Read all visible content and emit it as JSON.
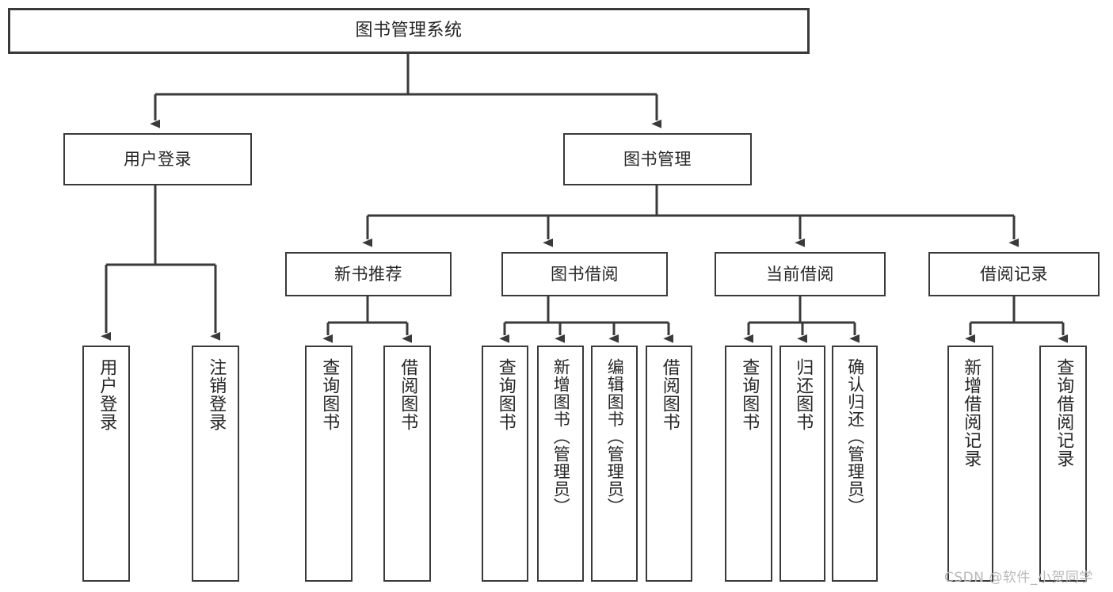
{
  "diagram": {
    "type": "tree-hierarchy",
    "title": "图书管理系统",
    "watermark": "CSDN @软件_小贺同学",
    "colors": {
      "box_border": "#3a3a3a",
      "box_fill": "#ffffff",
      "connector": "#3a3a3a",
      "text": "#262626",
      "watermark": "#b9b9b9",
      "background": "#ffffff"
    },
    "nodes": {
      "root": {
        "label": "图书管理系统"
      },
      "level1": [
        {
          "id": "user-login",
          "label": "用户登录"
        },
        {
          "id": "book-manage",
          "label": "图书管理"
        }
      ],
      "level2": [
        {
          "id": "new-book-recommend",
          "label": "新书推荐"
        },
        {
          "id": "book-borrow",
          "label": "图书借阅"
        },
        {
          "id": "current-borrow",
          "label": "当前借阅"
        },
        {
          "id": "borrow-record",
          "label": "借阅记录"
        }
      ],
      "leaves": {
        "user_login": [
          {
            "id": "leaf-user-login",
            "label": "用户登录"
          },
          {
            "id": "leaf-logout-login",
            "label": "注销登录"
          }
        ],
        "new_book_recommend": [
          {
            "id": "leaf-query-book-1",
            "label": "查询图书"
          },
          {
            "id": "leaf-borrow-book-1",
            "label": "借阅图书"
          }
        ],
        "book_borrow": [
          {
            "id": "leaf-query-book-2",
            "label": "查询图书"
          },
          {
            "id": "leaf-add-book",
            "label": "新增图书（管理员）"
          },
          {
            "id": "leaf-edit-book",
            "label": "编辑图书（管理员）"
          },
          {
            "id": "leaf-borrow-book-2",
            "label": "借阅图书"
          }
        ],
        "current_borrow": [
          {
            "id": "leaf-query-book-3",
            "label": "查询图书"
          },
          {
            "id": "leaf-return-book",
            "label": "归还图书"
          },
          {
            "id": "leaf-confirm-return",
            "label": "确认归还（管理员）"
          }
        ],
        "borrow_record": [
          {
            "id": "leaf-add-record",
            "label": "新增借阅记录"
          },
          {
            "id": "leaf-query-record",
            "label": "查询借阅记录"
          }
        ]
      }
    }
  }
}
